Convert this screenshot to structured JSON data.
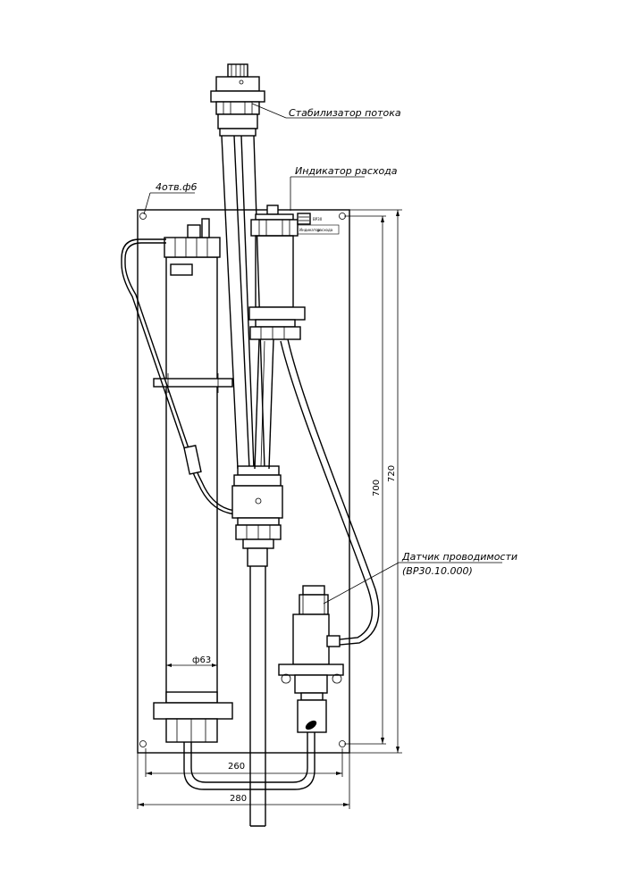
{
  "labels": {
    "flow_stabilizer": "Стабилизатор потока",
    "flow_indicator": "Индикатор расхода",
    "holes": "4отв.ф6",
    "conductivity_sensor": "Датчик проводимости",
    "sensor_code": "(ВР30.10.000)",
    "plate_small1": "ВР30",
    "plate_small2": "Индикатор",
    "plate_small3": "расхода"
  },
  "dimensions": {
    "diameter": "ф63",
    "width_inner": "260",
    "width_outer": "280",
    "height_inner": "700",
    "height_outer": "720"
  }
}
